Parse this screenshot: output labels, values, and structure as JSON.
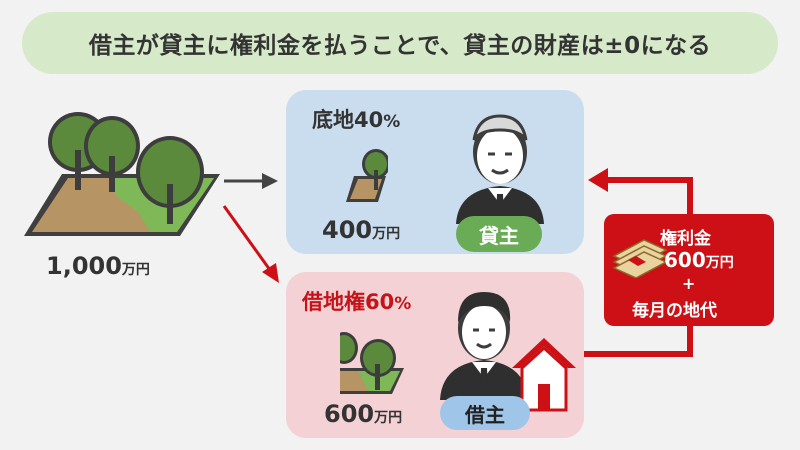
{
  "title": "借主が貸主に権利金を払うことで、貸主の財産は±0になる",
  "land": {
    "value": "1,000",
    "unit": "万円"
  },
  "landlord": {
    "heading_text": "底地",
    "heading_pct": "40",
    "heading_pct_unit": "%",
    "amount": "400",
    "amount_unit": "万円",
    "role": "貸主"
  },
  "tenant": {
    "heading_text": "借地権",
    "heading_pct": "60",
    "heading_pct_unit": "%",
    "amount": "600",
    "amount_unit": "万円",
    "role": "借主"
  },
  "payment": {
    "line1": "権利金",
    "amount": "600",
    "amount_unit": "万円",
    "plus": "+",
    "line4": "毎月の地代"
  },
  "colors": {
    "title_bg": "#d6e9c9",
    "landlord_bg": "#c9ddef",
    "tenant_bg": "#f3d1d4",
    "accent_red": "#cc1016",
    "landlord_pill": "#6aab55",
    "tenant_pill": "#9fc6e8",
    "tree_green": "#5b8a3c",
    "soil": "#a9875a"
  }
}
